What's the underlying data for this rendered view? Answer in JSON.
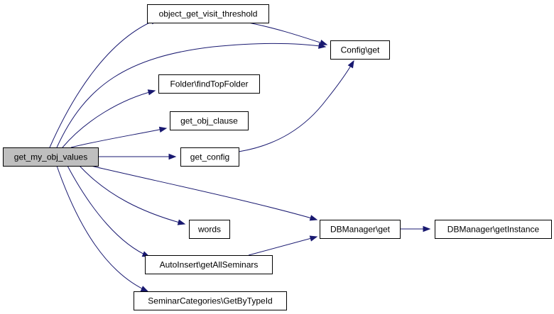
{
  "colors": {
    "edge": "#191970",
    "node_border": "#000000",
    "node_fill": "#ffffff",
    "root_fill": "#bfbfbf"
  },
  "nodes": [
    {
      "id": "root",
      "label": "get_my_obj_values",
      "root": true
    },
    {
      "id": "ovt",
      "label": "object_get_visit_threshold"
    },
    {
      "id": "cfg",
      "label": "Config\\get"
    },
    {
      "id": "ftf",
      "label": "Folder\\findTopFolder"
    },
    {
      "id": "goc",
      "label": "get_obj_clause"
    },
    {
      "id": "gcf",
      "label": "get_config"
    },
    {
      "id": "dbg",
      "label": "DBManager\\get"
    },
    {
      "id": "dbi",
      "label": "DBManager\\getInstance"
    },
    {
      "id": "wrd",
      "label": "words"
    },
    {
      "id": "ais",
      "label": "AutoInsert\\getAllSeminars"
    },
    {
      "id": "sct",
      "label": "SeminarCategories\\GetByTypeId"
    }
  ],
  "edges": [
    {
      "from": "root",
      "to": "ovt"
    },
    {
      "from": "root",
      "to": "cfg"
    },
    {
      "from": "root",
      "to": "ftf"
    },
    {
      "from": "root",
      "to": "goc"
    },
    {
      "from": "root",
      "to": "gcf"
    },
    {
      "from": "root",
      "to": "dbg"
    },
    {
      "from": "root",
      "to": "wrd"
    },
    {
      "from": "root",
      "to": "ais"
    },
    {
      "from": "root",
      "to": "sct"
    },
    {
      "from": "ovt",
      "to": "cfg"
    },
    {
      "from": "gcf",
      "to": "cfg"
    },
    {
      "from": "ais",
      "to": "dbg"
    },
    {
      "from": "dbg",
      "to": "dbi"
    }
  ]
}
